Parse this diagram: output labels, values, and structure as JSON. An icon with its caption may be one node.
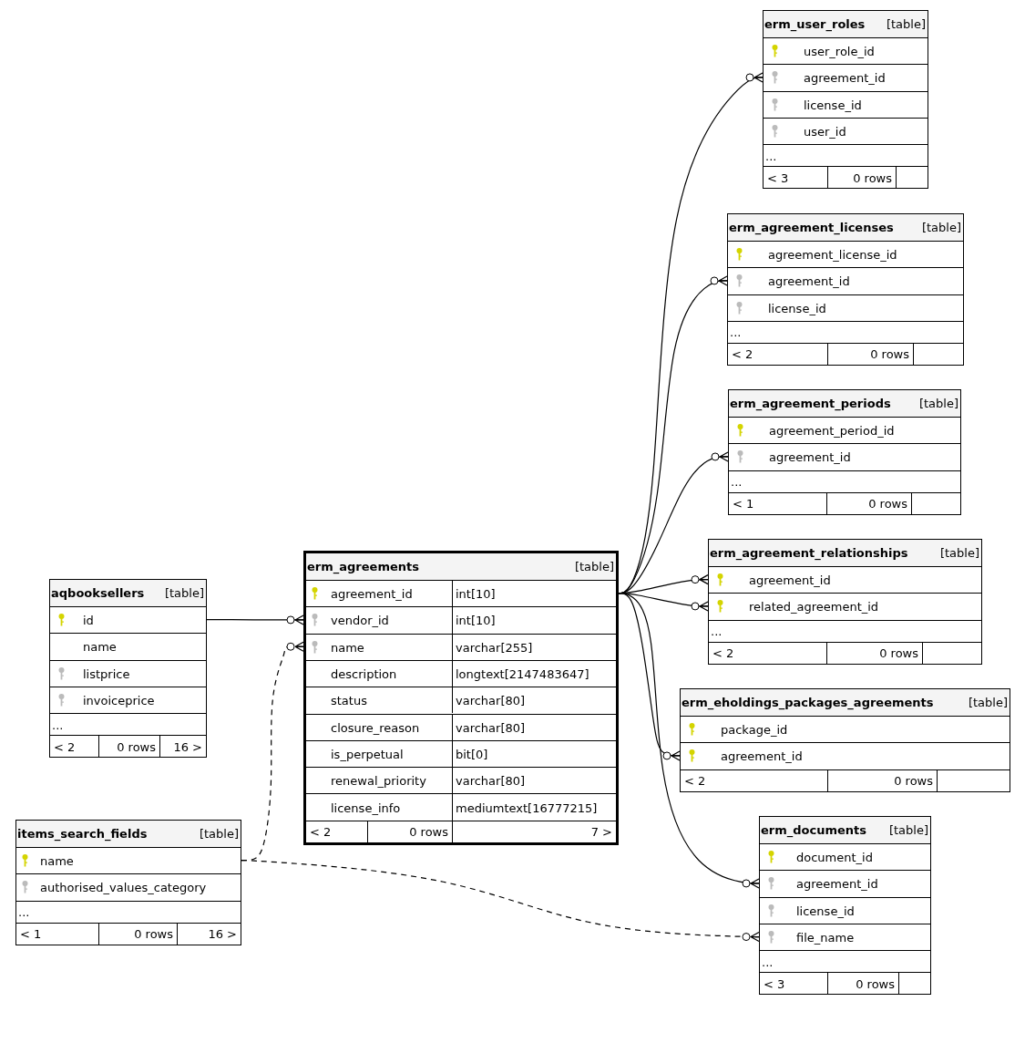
{
  "diagram": {
    "nodes": [
      {
        "text": [
          "erm_user_roles",
          "[table]"
        ]
      },
      {
        "text": [
          "user_role_id"
        ],
        "in": 0
      },
      {
        "text": [
          "agreement_id"
        ],
        "in": 0
      },
      {
        "text": [
          "license_id"
        ],
        "in": 0
      },
      {
        "text": [
          "user_id"
        ],
        "in": 0
      },
      {
        "text": [
          "..."
        ],
        "in": 0
      },
      {
        "text": [
          "< 3",
          "0 rows"
        ],
        "in": 0
      },
      {
        "text": [
          "erm_agreement_licenses",
          "[table]"
        ]
      },
      {
        "text": [
          "agreement_license_id"
        ],
        "in": 7
      },
      {
        "text": [
          "agreement_id"
        ],
        "in": 7
      },
      {
        "text": [
          "license_id"
        ],
        "in": 7
      },
      {
        "text": [
          "..."
        ],
        "in": 7
      },
      {
        "text": [
          "< 2",
          "0 rows"
        ],
        "in": 7
      },
      {
        "text": [
          "erm_agreement_periods",
          "[table]"
        ]
      },
      {
        "text": [
          "agreement_period_id"
        ],
        "in": 13
      },
      {
        "text": [
          "agreement_id"
        ],
        "in": 13
      },
      {
        "text": [
          "..."
        ],
        "in": 13
      },
      {
        "text": [
          "< 1",
          "0 rows"
        ],
        "in": 13
      },
      {
        "text": [
          "erm_agreement_relationships",
          "[table]"
        ]
      },
      {
        "text": [
          "agreement_id"
        ],
        "in": 18
      },
      {
        "text": [
          "related_agreement_id"
        ],
        "in": 18
      },
      {
        "text": [
          "..."
        ],
        "in": 18
      },
      {
        "text": [
          "< 2",
          "0 rows"
        ],
        "in": 18
      },
      {
        "text": [
          "erm_agreements",
          "[table]"
        ]
      },
      {
        "text": [
          "agreement_id",
          "int[10]"
        ],
        "in": 23
      },
      {
        "text": [
          "vendor_id",
          "int[10]"
        ],
        "in": 23
      },
      {
        "text": [
          "name",
          "varchar[255]"
        ],
        "in": 23
      },
      {
        "text": [
          "description",
          "longtext[2147483647]"
        ],
        "in": 23
      },
      {
        "text": [
          "status",
          "varchar[80]"
        ],
        "in": 23
      },
      {
        "text": [
          "closure_reason",
          "varchar[80]"
        ],
        "in": 23
      },
      {
        "text": [
          "is_perpetual",
          "bit[0]"
        ],
        "in": 23
      },
      {
        "text": [
          "renewal_priority",
          "varchar[80]"
        ],
        "in": 23
      },
      {
        "text": [
          "license_info",
          "mediumtext[16777215]"
        ],
        "in": 23
      },
      {
        "text": [
          "< 2",
          "0 rows",
          "7 >"
        ],
        "in": 23
      },
      {
        "text": [
          "aqbooksellers",
          "[table]"
        ]
      },
      {
        "text": [
          "id"
        ],
        "in": 34
      },
      {
        "text": [
          "name"
        ],
        "in": 34
      },
      {
        "text": [
          "listprice"
        ],
        "in": 34
      },
      {
        "text": [
          "invoiceprice"
        ],
        "in": 34
      },
      {
        "text": [
          "..."
        ],
        "in": 34
      },
      {
        "text": [
          "< 2",
          "0 rows",
          "16 >"
        ],
        "in": 34
      },
      {
        "text": [
          "erm_eholdings_packages_agreements",
          "[table]"
        ]
      },
      {
        "text": [
          "package_id"
        ],
        "in": 41
      },
      {
        "text": [
          "agreement_id"
        ],
        "in": 41
      },
      {
        "text": [
          "< 2",
          "0 rows"
        ],
        "in": 41
      },
      {
        "text": [
          "items_search_fields",
          "[table]"
        ]
      },
      {
        "text": [
          "name"
        ],
        "in": 45
      },
      {
        "text": [
          "authorised_values_category"
        ],
        "in": 45
      },
      {
        "text": [
          "..."
        ],
        "in": 45
      },
      {
        "text": [
          "< 1",
          "0 rows",
          "16 >"
        ],
        "in": 45
      },
      {
        "text": [
          "erm_documents",
          "[table]"
        ]
      },
      {
        "text": [
          "document_id"
        ],
        "in": 50
      },
      {
        "text": [
          "agreement_id"
        ],
        "in": 50
      },
      {
        "text": [
          "license_id"
        ],
        "in": 50
      },
      {
        "text": [
          "file_name"
        ],
        "in": 50
      },
      {
        "text": [
          "..."
        ],
        "in": 50
      },
      {
        "text": [
          "< 3",
          "0 rows"
        ],
        "in": 50
      }
    ],
    "edges": [
      {
        "from": 24,
        "to": 2,
        "arrow": "other"
      },
      {
        "from": 24,
        "to": 9,
        "arrow": "other"
      },
      {
        "from": 24,
        "to": 15,
        "arrow": "other"
      },
      {
        "from": 24,
        "to": 19,
        "arrow": "other"
      },
      {
        "from": 24,
        "to": 20,
        "arrow": "other"
      },
      {
        "from": 24,
        "to": 43,
        "arrow": "other"
      },
      {
        "from": 24,
        "to": 52,
        "arrow": "other"
      },
      {
        "from": 35,
        "to": 25,
        "arrow": "other"
      },
      {
        "from": 46,
        "to": 26,
        "arrow": "other",
        "style": "dashed"
      },
      {
        "from": 46,
        "to": 54,
        "arrow": "other",
        "style": "dashed"
      }
    ]
  }
}
